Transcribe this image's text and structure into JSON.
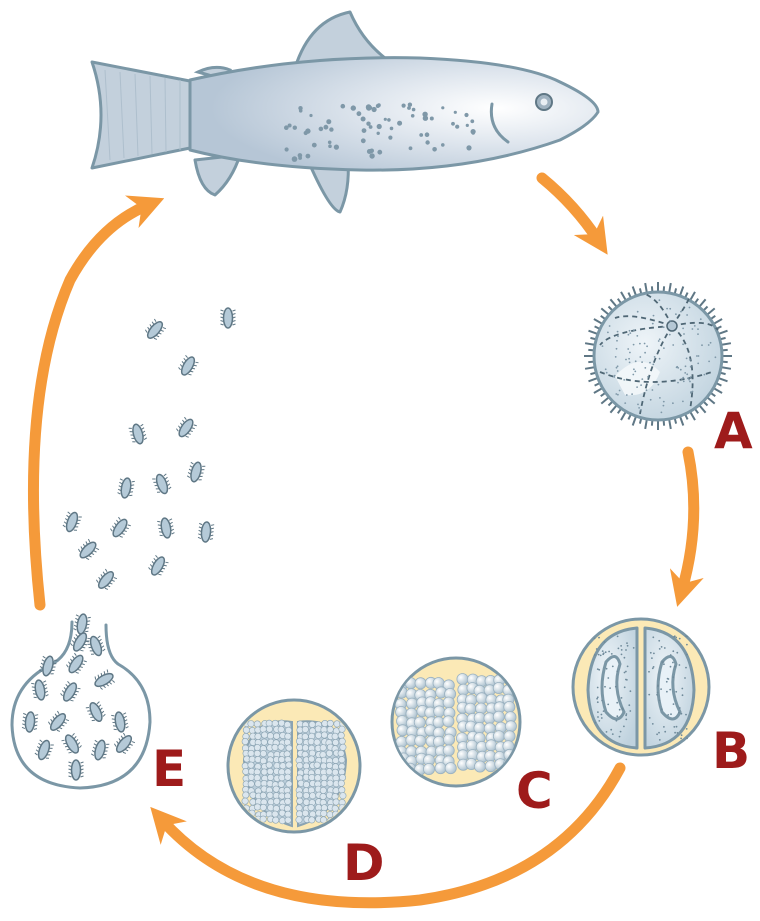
{
  "labels": {
    "a": "A",
    "b": "B",
    "c": "C",
    "d": "D",
    "e": "E"
  },
  "colors": {
    "arrow": "#f59a3a",
    "label": "#9e1b1b",
    "cell_outline": "#7b97a6",
    "cell_fill": "#dbe6ee",
    "capsule_fill": "#fbe9b6",
    "spore_fill": "#b5cad8",
    "fish_body": "#c9d5e0"
  },
  "icons": [
    "fish-icon",
    "trophont-cell-icon",
    "tomont-cell-icon",
    "cyst-cell-icon",
    "spore-sac-icon",
    "tomite-icon",
    "cycle-arrow-icon"
  ]
}
